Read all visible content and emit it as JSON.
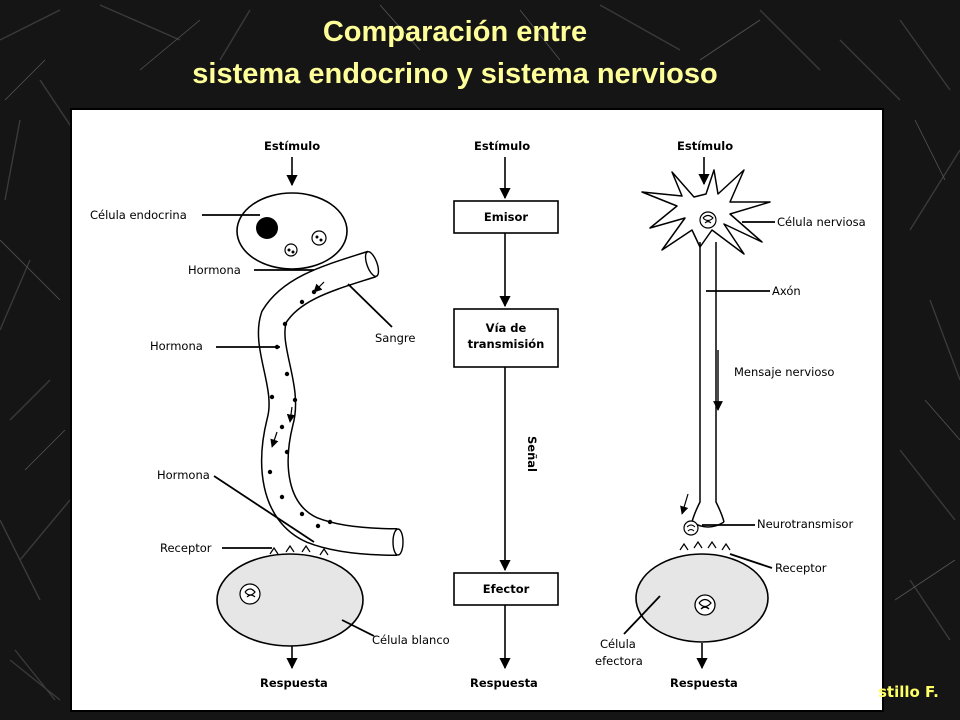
{
  "slide": {
    "title_line1": "Comparación entre",
    "title_line2": "sistema endocrino y sistema nervioso",
    "credit": "stillo F."
  },
  "colors": {
    "title": "#ffff99",
    "credit": "#ffff66",
    "background": "#151515",
    "panel": "#ffffff",
    "cell_fill": "#e6e6e6"
  },
  "endocrine": {
    "stimulus": "Estímulo",
    "endocrine_cell": "Célula endocrina",
    "hormone_1": "Hormona",
    "blood": "Sangre",
    "hormone_2": "Hormona",
    "hormone_3": "Hormona",
    "receptor": "Receptor",
    "target_cell": "Célula blanco",
    "response": "Respuesta"
  },
  "general": {
    "stimulus": "Estímulo",
    "emitter": "Emisor",
    "transmission_line1": "Vía de",
    "transmission_line2": "transmisión",
    "signal": "Señal",
    "effector": "Efector",
    "response": "Respuesta"
  },
  "nervous": {
    "stimulus": "Estímulo",
    "nerve_cell": "Célula nerviosa",
    "axon": "Axón",
    "nerve_message": "Mensaje nervioso",
    "neurotransmitter": "Neurotransmisor",
    "receptor": "Receptor",
    "effector_cell_line1": "Célula",
    "effector_cell_line2": "efectora",
    "response": "Respuesta"
  }
}
